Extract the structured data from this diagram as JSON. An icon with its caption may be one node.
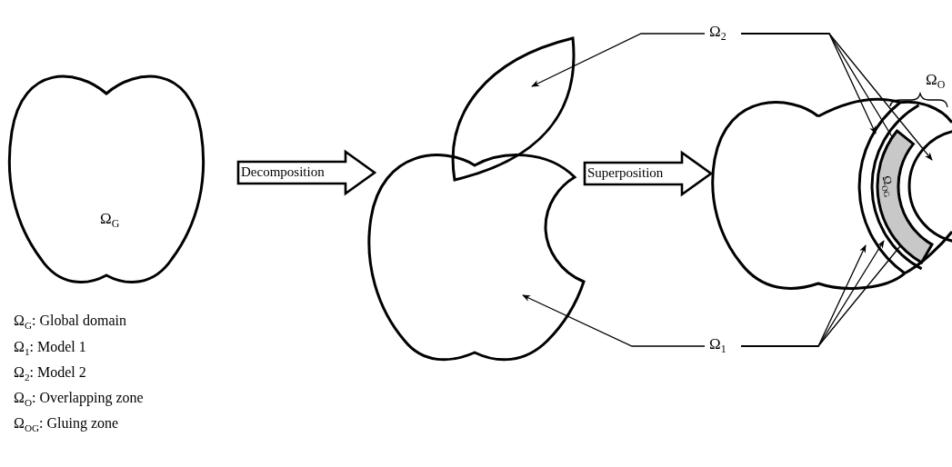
{
  "diagram": {
    "nodes": [
      {
        "text": [
          "Ω$_{G}$"
        ]
      },
      {
        "text": [],
        "shape": "drop"
      },
      {
        "text": [],
        "shape": "blob"
      },
      {
        "text": [],
        "shape": "blob"
      },
      {
        "text": [
          "Ω$_{OG}$"
        ],
        "in": 3
      },
      {
        "text": [
          "Ω$_{2}$"
        ]
      },
      {
        "text": [
          "Ω$_{1}$"
        ]
      }
    ],
    "edges": [
      {
        "from": 0,
        "to": 2,
        "arrow": "to",
        "label": "Decomposition",
        "style": "thick"
      },
      {
        "from": 2,
        "to": 3,
        "arrow": "to",
        "label": "Superposition",
        "style": "thick"
      },
      {
        "from": 5,
        "to": 1,
        "arrow": "to"
      },
      {
        "from": 5,
        "to": 3,
        "arrow": "to"
      },
      {
        "from": 5,
        "to": 4,
        "arrow": "to"
      },
      {
        "from": 5,
        "to": 3,
        "arrow": "to"
      },
      {
        "from": 6,
        "to": 2,
        "arrow": "to"
      },
      {
        "from": 6,
        "to": 3,
        "arrow": "to"
      },
      {
        "from": 6,
        "to": 4,
        "arrow": "to"
      },
      {
        "from": 6,
        "to": 4,
        "arrow": "to"
      }
    ],
    "labels": [
      "Ω$_{O}$",
      "Ω$_{G}$: Global domain",
      "Ω$_{1}$: Model 1",
      "Ω$_{2}$: Model 2",
      "Ω$_{O}$: Overlapping zone",
      "Ω$_{OG}$: Gluing zone"
    ]
  }
}
